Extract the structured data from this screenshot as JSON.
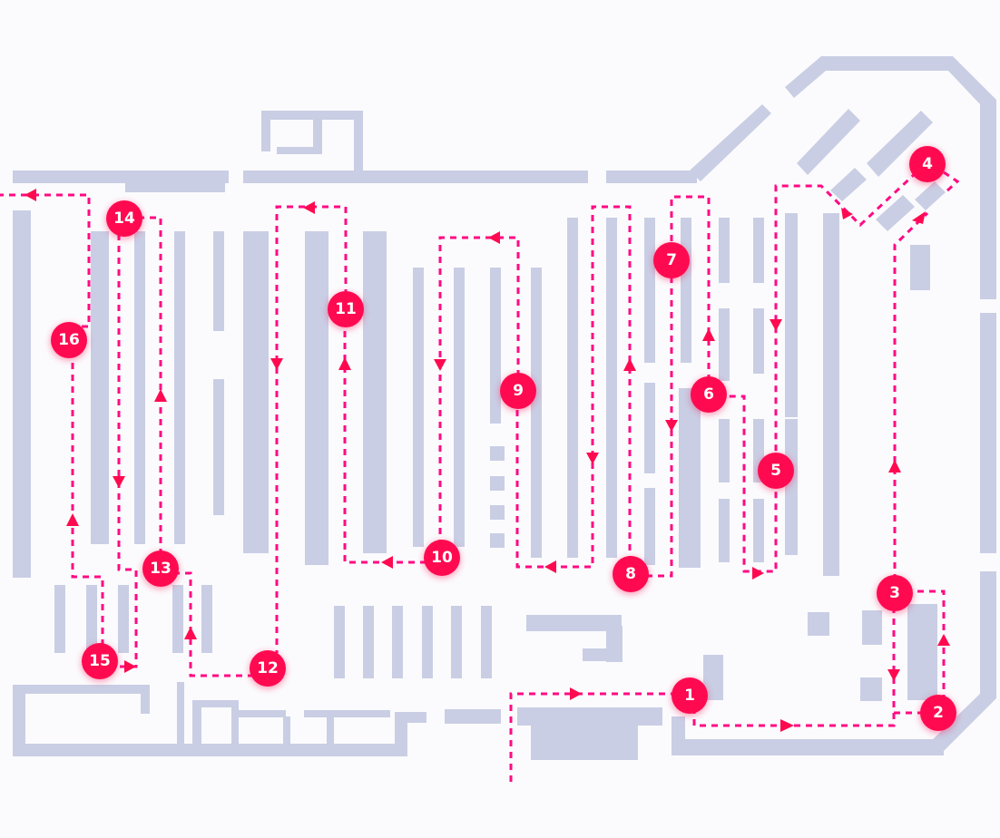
{
  "map": {
    "colors": {
      "shelf": "#c9cee4",
      "route": "#ff0a84",
      "marker": "#ff0a50",
      "background": "#fbfbfd"
    },
    "stops": [
      "1",
      "2",
      "3",
      "4",
      "5",
      "6",
      "7",
      "8",
      "9",
      "10",
      "11",
      "12",
      "13",
      "14",
      "15",
      "16"
    ]
  }
}
